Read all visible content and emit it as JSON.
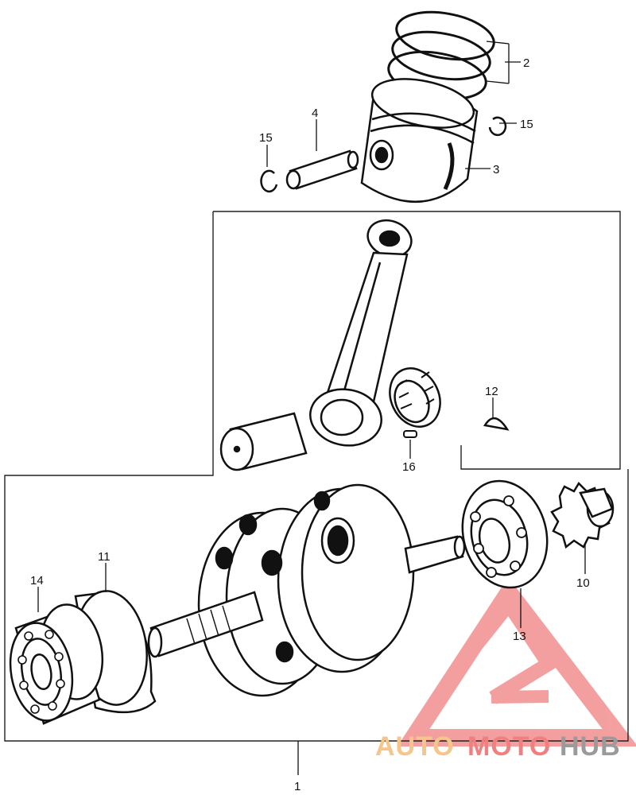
{
  "diagram": {
    "callouts": {
      "c1": "1",
      "c2": "2",
      "c3": "3",
      "c4": "4",
      "c10": "10",
      "c11": "11",
      "c12": "12",
      "c13": "13",
      "c14": "14",
      "c15_left": "15",
      "c15_right": "15",
      "c16": "16"
    },
    "parts": {
      "piston_rings": "piston-rings",
      "piston": "piston",
      "piston_pin": "piston-pin",
      "piston_pin_clips": "piston-pin-clip",
      "connecting_rod": "connecting-rod",
      "crank_pin": "crank-pin",
      "needle_bearing": "needle-bearing",
      "woodruff_key": "woodruff-key",
      "pin_16": "pin",
      "crankshaft": "crankshaft",
      "right_bearing": "ball-bearing-13",
      "left_bearing": "ball-bearing-14",
      "oil_guide_plate": "plate-11",
      "sprocket": "drive-sprocket-10"
    }
  },
  "watermark": {
    "text_part1": "AUTO",
    "text_part2": "MOTO",
    "text_part3": "HUB",
    "color_red": "#f08080",
    "color_orange": "#f5c58a",
    "color_gray": "#9a9a9a"
  }
}
